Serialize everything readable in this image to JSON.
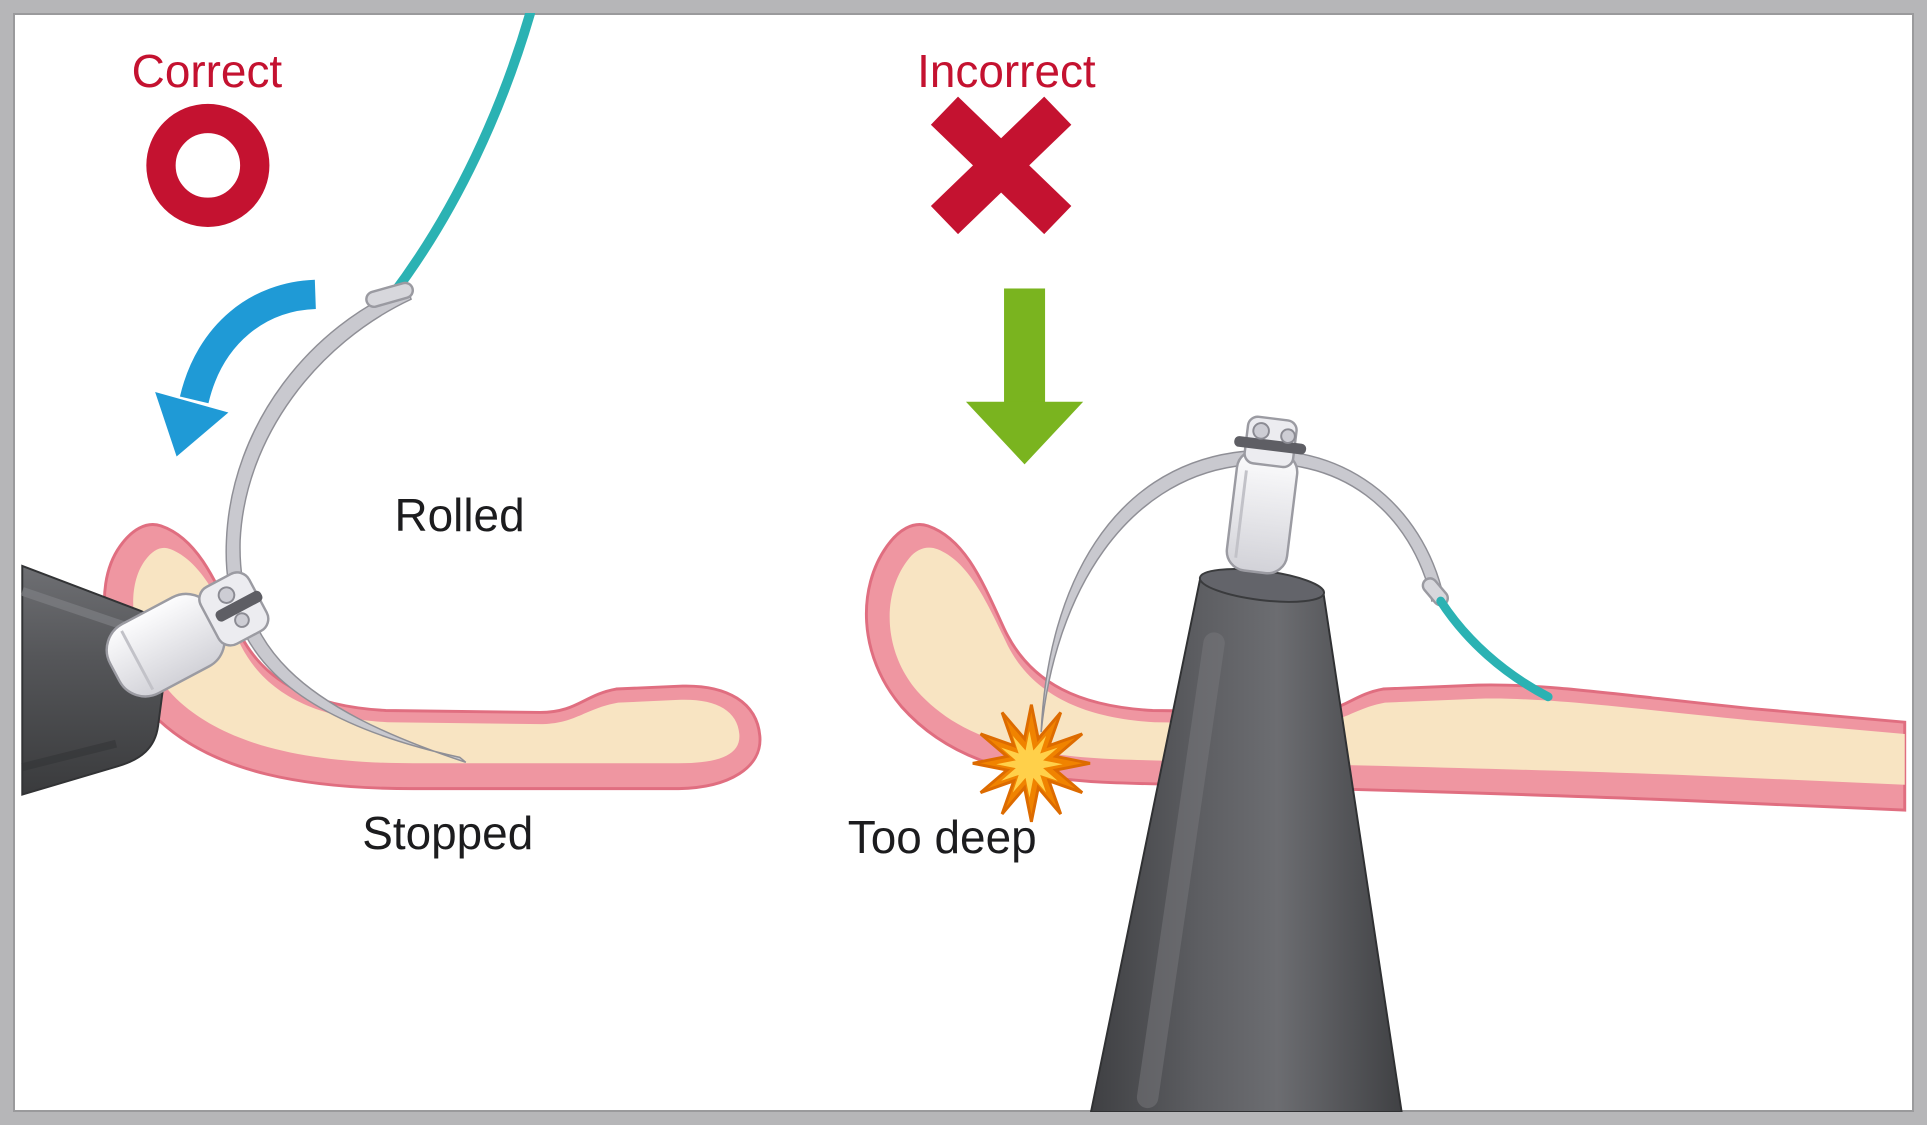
{
  "left_panel": {
    "verdict_label": "Correct",
    "mark": "circle-outline-mark",
    "arrow": "curved-rotation-arrow",
    "labels": {
      "rolled": "Rolled",
      "stopped": "Stopped"
    }
  },
  "right_panel": {
    "verdict_label": "Incorrect",
    "mark": "x-cross-mark",
    "arrow": "straight-down-arrow",
    "labels": {
      "too_deep": "Too deep"
    }
  },
  "icons": {
    "correct_mark": "circle-o-icon",
    "incorrect_mark": "x-mark-icon",
    "rotation_arrow": "curved-arrow-icon",
    "down_arrow": "down-arrow-icon",
    "impact": "starburst-icon"
  },
  "colors": {
    "mark_red": "#c41230",
    "arrow_blue": "#1f9ad6",
    "arrow_green": "#7ab41f",
    "suture_teal": "#2bb2b3",
    "tissue_pink": "#ef96a1",
    "tissue_outline": "#e06e80",
    "tissue_beige": "#f8e4c2",
    "instrument_dark": "#4e4f52",
    "instrument_light": "#f3f3f6",
    "needle_gray": "#c9c9cf",
    "starburst_orange": "#f08300",
    "starburst_yellow": "#ffd04a",
    "label_black": "#1c1c1e",
    "frame_gray": "#b6b6b8"
  }
}
